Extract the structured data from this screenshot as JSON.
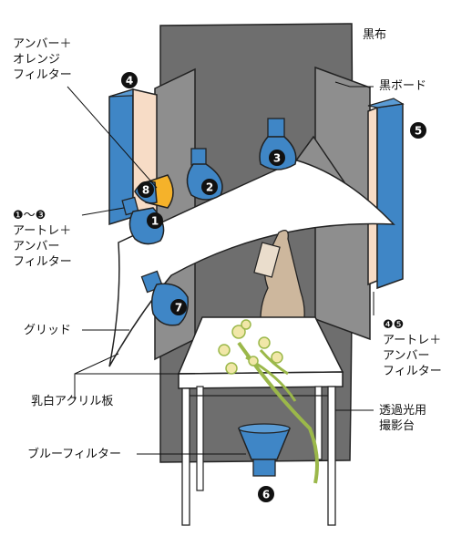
{
  "labels": {
    "black_cloth": "黒布",
    "black_board": "黒ボード",
    "amber_orange": [
      "アンバー＋",
      "オレンジ",
      "フィルター"
    ],
    "lights_1_3": {
      "marker": "❶〜❸",
      "lines": [
        "アートレ＋",
        "アンバー",
        "フィルター"
      ]
    },
    "lights_4_5": {
      "marker": "❹❺",
      "lines": [
        "アートレ＋",
        "アンバー",
        "フィルター"
      ]
    },
    "grid": "グリッド",
    "milky_acrylic": "乳白アクリル板",
    "light_table": [
      "透過光用",
      "撮影台"
    ],
    "blue_filter": "ブルーフィルター"
  },
  "light_numbers": [
    "1",
    "2",
    "3",
    "4",
    "5",
    "6",
    "7",
    "8"
  ],
  "colors": {
    "lamp_blue": "#3f86c6",
    "backdrop_gray": "#6e6e6e",
    "board_gray": "#8e8e8e",
    "softbox_peach": "#f7dcc6",
    "amber_orange": "#f5b22a",
    "marker_black": "#111111"
  }
}
